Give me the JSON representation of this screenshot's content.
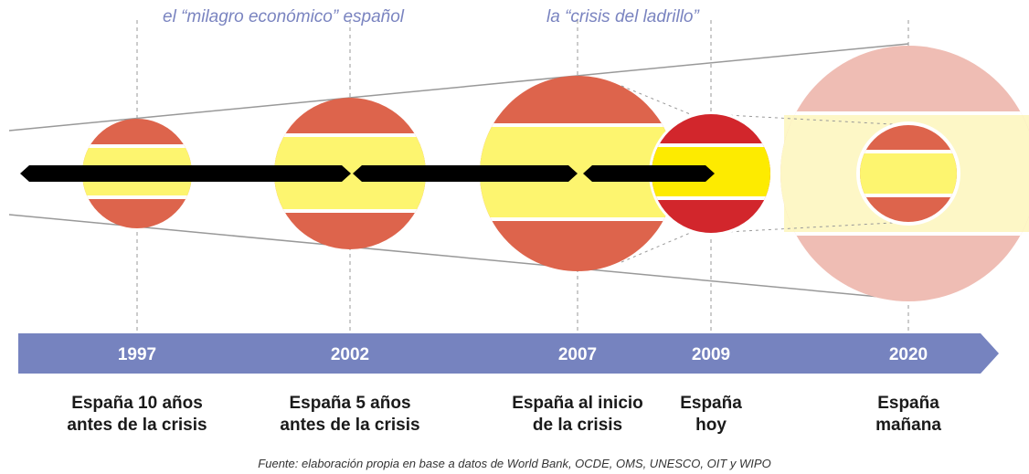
{
  "periods": {
    "boom": "el “milagro económico” español",
    "crisis": "la “crisis del ladrillo”"
  },
  "years": [
    "1997",
    "2002",
    "2007",
    "2009",
    "2020"
  ],
  "labels": [
    {
      "line1": "España 10 años",
      "line2": "antes de la crisis"
    },
    {
      "line1": "España 5 años",
      "line2": "antes de la crisis"
    },
    {
      "line1": "España al inicio",
      "line2": "de la crisis"
    },
    {
      "line1": "España",
      "line2": "hoy"
    },
    {
      "line1": "España",
      "line2": "mañana"
    }
  ],
  "source": "Fuente: elaboración propia en base a datos de World Bank, OCDE, OMS, UNESCO, OIT y WIPO",
  "colors": {
    "red": "#dd644c",
    "yellow": "#fdf56f",
    "red_2009": "#d2262c",
    "yellow_2009": "#fdeb00",
    "red_2020": "#efbdb4",
    "yellow_2020": "#fdf7c6",
    "timeline": "#7683bf",
    "arrow": "#000000",
    "period_text": "#7a84c0"
  }
}
